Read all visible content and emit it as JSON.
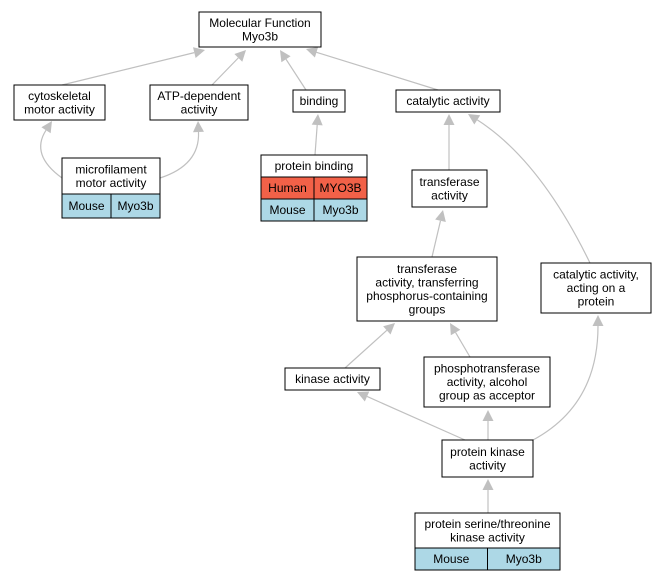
{
  "colors": {
    "human": "#f26148",
    "mouse": "#add8e6",
    "edge": "#c0c0c0"
  },
  "nodes": {
    "root": {
      "lines": [
        "Molecular Function",
        "Myo3b"
      ]
    },
    "cyto": {
      "lines": [
        "cytoskeletal",
        "motor activity"
      ]
    },
    "atp": {
      "lines": [
        "ATP-dependent",
        "activity"
      ]
    },
    "binding": {
      "lines": [
        "binding"
      ]
    },
    "catalytic": {
      "lines": [
        "catalytic activity"
      ]
    },
    "microfil": {
      "lines": [
        "microfilament",
        "motor activity"
      ],
      "annotations": [
        {
          "species": "Mouse",
          "gene": "Myo3b",
          "color": "mouse"
        }
      ]
    },
    "protbind": {
      "lines": [
        "protein binding"
      ],
      "annotations": [
        {
          "species": "Human",
          "gene": "MYO3B",
          "color": "human"
        },
        {
          "species": "Mouse",
          "gene": "Myo3b",
          "color": "mouse"
        }
      ]
    },
    "transferase": {
      "lines": [
        "transferase",
        "activity"
      ]
    },
    "transphos": {
      "lines": [
        "transferase",
        "activity, transferring",
        "phosphorus-containing",
        "groups"
      ]
    },
    "catprot": {
      "lines": [
        "catalytic activity,",
        "acting on a",
        "protein"
      ]
    },
    "kinase": {
      "lines": [
        "kinase activity"
      ]
    },
    "phosphotrans": {
      "lines": [
        "phosphotransferase",
        "activity, alcohol",
        "group as acceptor"
      ]
    },
    "protkinase": {
      "lines": [
        "protein kinase",
        "activity"
      ]
    },
    "serthr": {
      "lines": [
        "protein serine/threonine",
        "kinase activity"
      ],
      "annotations": [
        {
          "species": "Mouse",
          "gene": "Myo3b",
          "color": "mouse"
        }
      ]
    }
  }
}
